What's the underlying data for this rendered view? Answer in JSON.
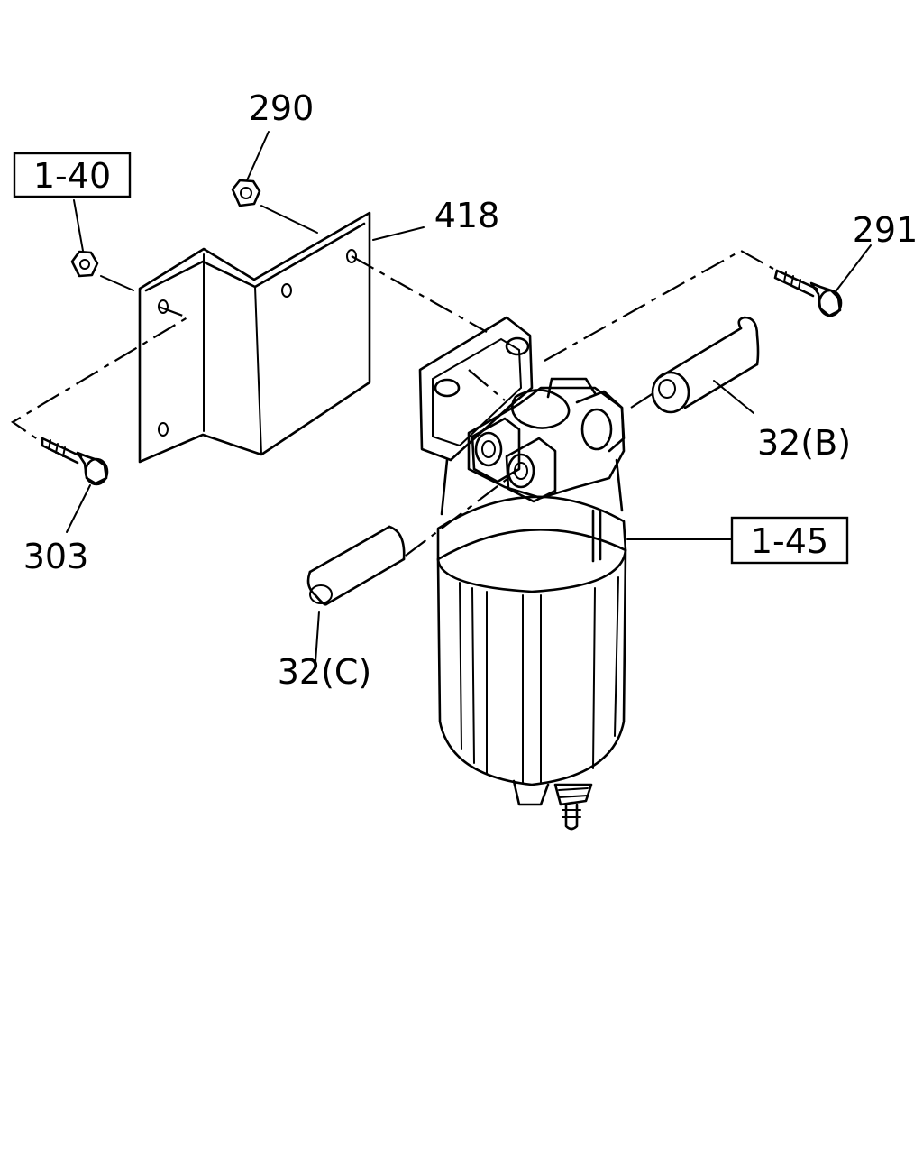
{
  "callouts": {
    "ref_1_40": "1-40",
    "ref_1_45": "1-45",
    "part_290": "290",
    "part_418": "418",
    "part_291": "291",
    "part_303": "303",
    "part_32b": "32(B)",
    "part_32c": "32(C)"
  }
}
